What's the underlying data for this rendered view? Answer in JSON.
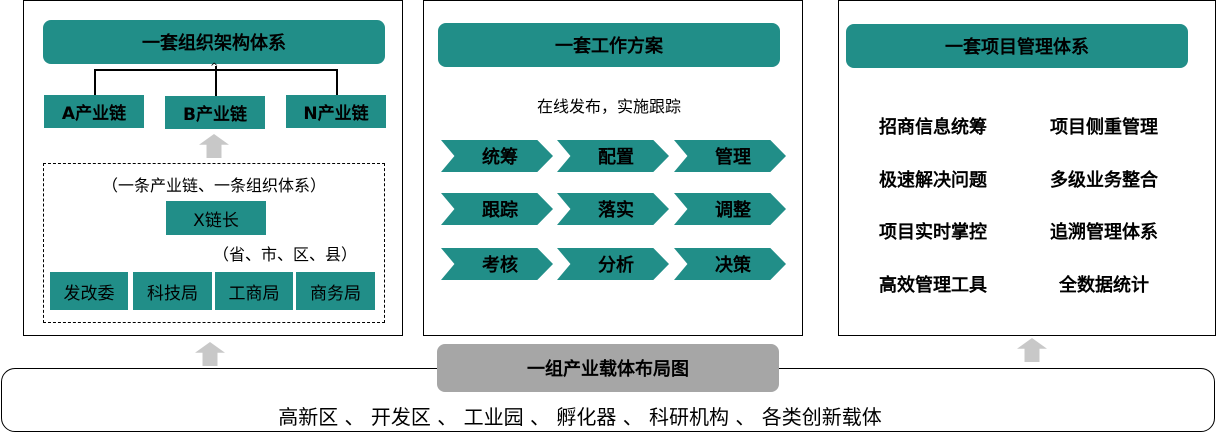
{
  "org": {
    "title": "一套组织架构体系",
    "chains": [
      "A产业链",
      "B产业链",
      "N产业链"
    ],
    "note": "（一条产业链、一条组织体系）",
    "leader": "X链长",
    "levels": "（省、市、区、县）",
    "depts": [
      "发改委",
      "科技局",
      "工商局",
      "商务局"
    ]
  },
  "work": {
    "title": "一套工作方案",
    "subtitle": "在线发布，实施跟踪",
    "steps": [
      "统筹",
      "配置",
      "管理",
      "跟踪",
      "落实",
      "调整",
      "考核",
      "分析",
      "决策"
    ]
  },
  "project": {
    "title": "一套项目管理体系",
    "items": [
      "招商信息统筹",
      "项目侧重管理",
      "极速解决问题",
      "多级业务整合",
      "项目实时掌控",
      "追溯管理体系",
      "高效管理工具",
      "全数据统计"
    ]
  },
  "carrier": {
    "title": "一组产业载体布局图",
    "list": "高新区 、 开发区 、 工业园 、 孵化器 、 科研机构 、 各类创新载体"
  },
  "colors": {
    "teal": "#218e88",
    "grey": "#a6a6a6"
  }
}
